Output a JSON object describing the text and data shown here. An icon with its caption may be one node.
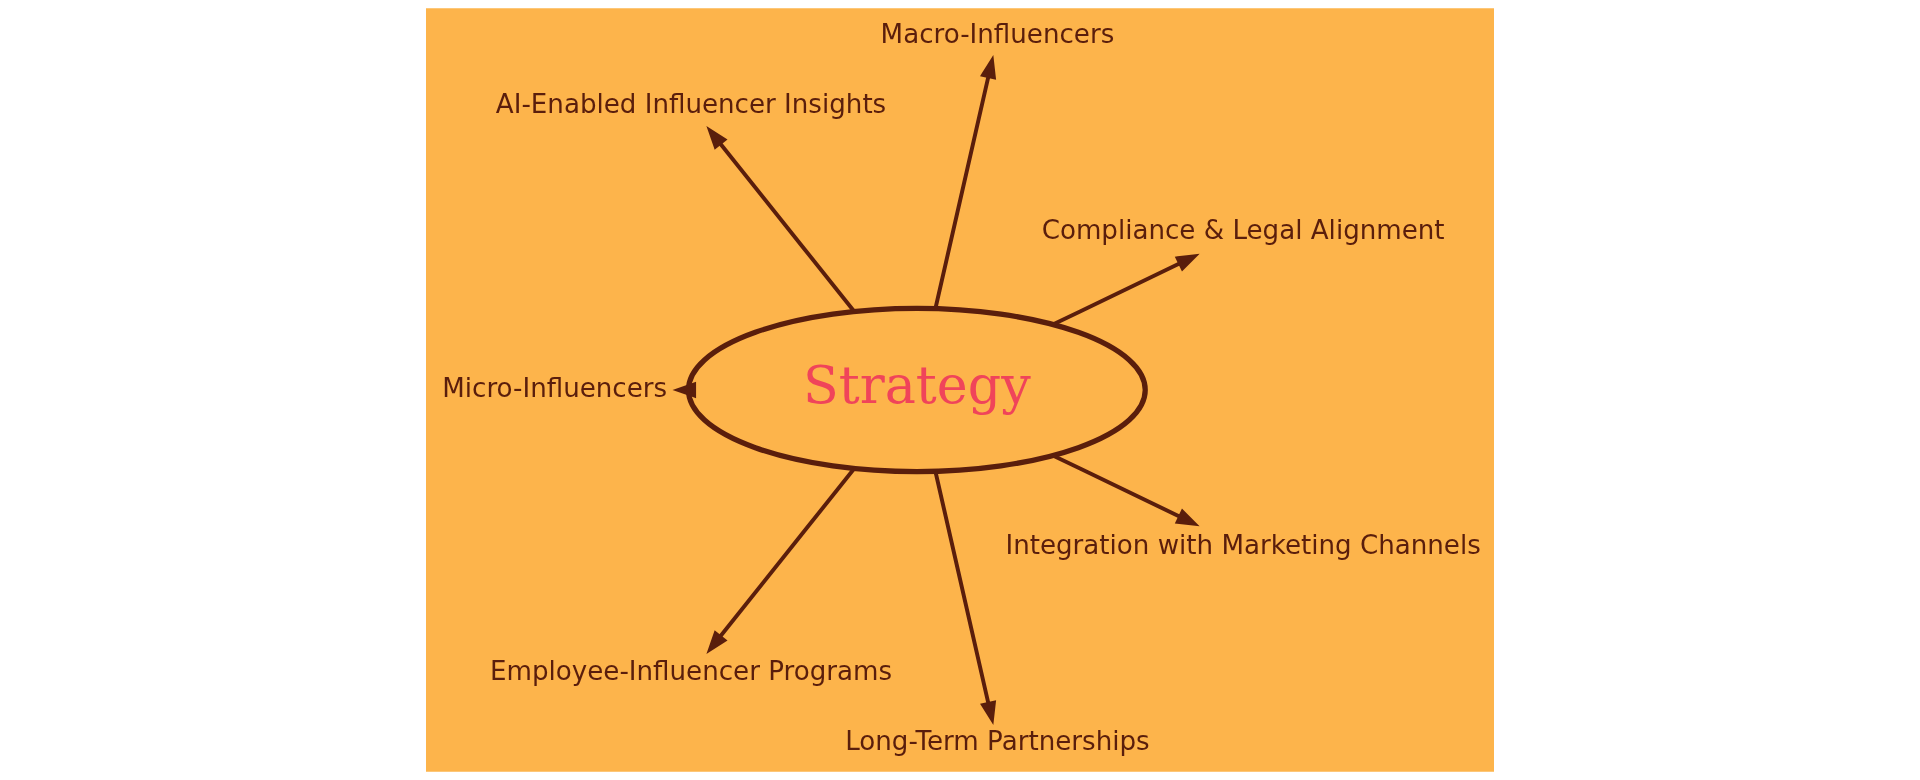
{
  "diagram": {
    "nodes": [
      {
        "text": [
          "Strategy"
        ]
      },
      {
        "text": [
          "Compliance & Legal Alignment"
        ]
      },
      {
        "text": [
          "Macro-Influencers"
        ]
      },
      {
        "text": [
          "AI-Enabled Influencer Insights"
        ]
      },
      {
        "text": [
          "Micro-Influencers"
        ]
      },
      {
        "text": [
          "Employee-Influencer Programs"
        ]
      },
      {
        "text": [
          "Long-Term Partnerships"
        ]
      },
      {
        "text": [
          "Integration with Marketing Channels"
        ]
      }
    ],
    "edges": [
      {
        "from": 0,
        "to": 1,
        "arrow": "to"
      },
      {
        "from": 0,
        "to": 2,
        "arrow": "to"
      },
      {
        "from": 0,
        "to": 3,
        "arrow": "to"
      },
      {
        "from": 0,
        "to": 4,
        "arrow": "to"
      },
      {
        "from": 0,
        "to": 5,
        "arrow": "to"
      },
      {
        "from": 0,
        "to": 6,
        "arrow": "to"
      },
      {
        "from": 0,
        "to": 7,
        "arrow": "to"
      }
    ]
  }
}
